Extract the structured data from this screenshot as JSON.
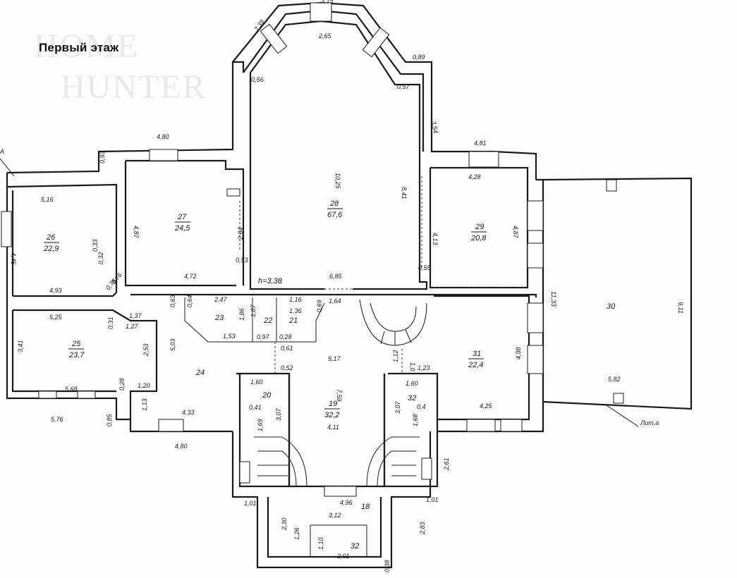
{
  "header": {
    "title": "Первый этаж",
    "watermark_line1": "HOME",
    "watermark_line2": "HUNTER"
  },
  "rooms": [
    {
      "id": "room-26",
      "num": "26",
      "area": "22,9"
    },
    {
      "id": "room-27",
      "num": "27",
      "area": "24,5"
    },
    {
      "id": "room-28",
      "num": "28",
      "area": "67,6"
    },
    {
      "id": "room-29",
      "num": "29",
      "area": "20,8"
    },
    {
      "id": "room-25",
      "num": "25",
      "area": "23,7"
    },
    {
      "id": "room-24",
      "num": "24",
      "area": ""
    },
    {
      "id": "room-23",
      "num": "23",
      "area": ""
    },
    {
      "id": "room-22",
      "num": "22",
      "area": ""
    },
    {
      "id": "room-21",
      "num": "21",
      "area": ""
    },
    {
      "id": "room-19",
      "num": "19",
      "area": "32,2"
    },
    {
      "id": "room-20",
      "num": "20",
      "area": ""
    },
    {
      "id": "room-32a",
      "num": "32",
      "area": ""
    },
    {
      "id": "room-31",
      "num": "31",
      "area": "22,4"
    },
    {
      "id": "room-30",
      "num": "30",
      "area": ""
    },
    {
      "id": "room-18",
      "num": "18",
      "area": ""
    },
    {
      "id": "room-32b",
      "num": "32",
      "area": ""
    }
  ],
  "ceiling_height": "h=3,38",
  "lit_label": "Лит.а",
  "corner_label": "А",
  "dimensions": [
    "3,15",
    "2,39",
    "2,65",
    "0,89",
    "0,56",
    "0,57",
    "3,54",
    "4,80",
    "0,93",
    "4,81",
    "10,25",
    "8,41",
    "4,28",
    "5,16",
    "4,45",
    "4,87",
    "2,64",
    "4,13",
    "4,87",
    "0,33",
    "0,32",
    "0,53",
    "0,55",
    "4,72",
    "6,85",
    "11,33",
    "9,11",
    "4,93",
    "0,78",
    "0,76",
    "2,47",
    "1,16",
    "1,36",
    "0,63",
    "0,64",
    "1,87",
    "0,69",
    "1,64",
    "5,25",
    "0,31",
    "1,37",
    "1,27",
    "1,86",
    "0,97",
    "0,28",
    "1,53",
    "0,61",
    "3,41",
    "2,53",
    "5,03",
    "5,17",
    "1,12",
    "1,0",
    "4,98",
    "0,52",
    "1,23",
    "5,68",
    "0,28",
    "1,20",
    "1,60",
    "1,60",
    "7,59",
    "0,41",
    "3,07",
    "3,07",
    "0,4",
    "1,13",
    "4,33",
    "1,69",
    "4,11",
    "1,68",
    "4,25",
    "5,76",
    "0,85",
    "4,80",
    "2,61",
    "1,01",
    "4,96",
    "1,01",
    "3,12",
    "2,30",
    "2,83",
    "1,26",
    "1,10",
    "2,01",
    "0,38",
    "5,82"
  ]
}
